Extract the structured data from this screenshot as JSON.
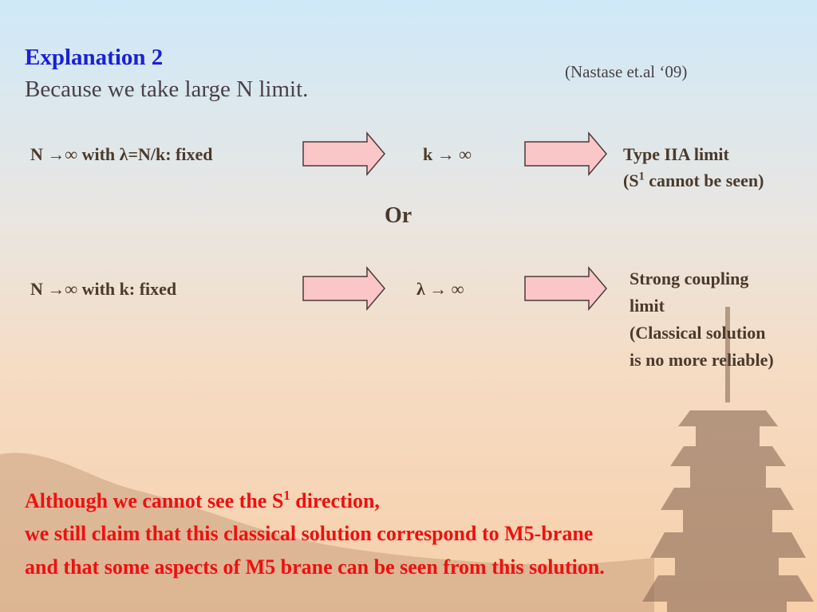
{
  "slide": {
    "title": "Explanation 2",
    "subtitle": "Because we take large N limit.",
    "citation": "(Nastase et.al ‘09)",
    "row1": {
      "condition": "N →∞ with λ=N/k: fixed",
      "result": "k → ∞",
      "outcome_line1": "Type IIA limit",
      "outcome_line2_pre": "(S",
      "outcome_line2_sup": "1",
      "outcome_line2_post": " cannot be seen)"
    },
    "or_label": "Or",
    "row2": {
      "condition": "N →∞ with k: fixed",
      "result": "λ → ∞",
      "outcome_line1": "Strong coupling",
      "outcome_line2": "limit",
      "outcome_line3": "(Classical solution",
      "outcome_line4": "is no more reliable)"
    },
    "conclusion": {
      "line1_pre": "Although we cannot see the S",
      "line1_sup": "1",
      "line1_post": " direction,",
      "line2": "we still claim that this classical solution correspond to M5-brane",
      "line3": "and that some aspects of M5 brane can be seen from this solution."
    }
  },
  "colors": {
    "title": "#1a20d8",
    "body_text": "#4a3a2c",
    "emphasis": "#ee1010",
    "arrow_fill": "#fbc6c8",
    "arrow_stroke": "#4a3a3a"
  }
}
